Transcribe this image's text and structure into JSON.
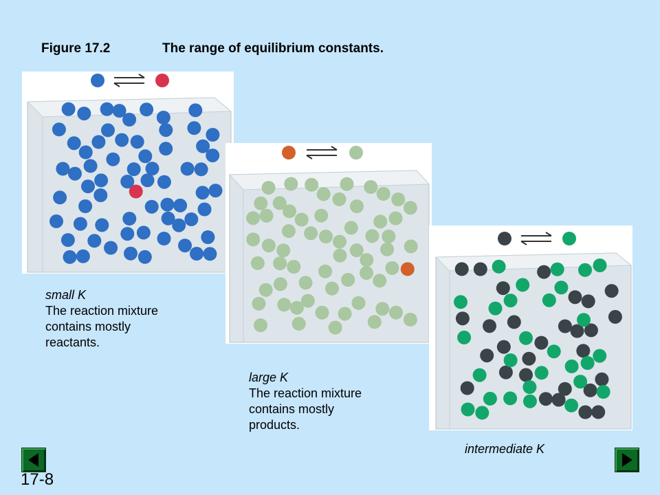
{
  "figure": {
    "label": "Figure 17.2",
    "title": "The range of equilibrium constants."
  },
  "panels": [
    {
      "id": "small",
      "reactant_color": "#2f6fc4",
      "product_color": "#d8344f",
      "caption_k": "small K",
      "caption_text": [
        "The reaction mixture",
        "contains mostly",
        "reactants."
      ]
    },
    {
      "id": "large",
      "reactant_color": "#d3612a",
      "product_color": "#a9c7a0",
      "caption_k": "large K",
      "caption_text": [
        "The reaction mixture",
        "contains mostly",
        "products."
      ]
    },
    {
      "id": "intermediate",
      "reactant_color": "#3a4348",
      "product_color": "#13a66b",
      "caption_k": "intermediate K",
      "caption_text": []
    }
  ],
  "slide_number": "17-8",
  "nav": {
    "prev_icon": "triangle-left-icon",
    "next_icon": "triangle-right-icon",
    "color": "#0a6a24"
  }
}
